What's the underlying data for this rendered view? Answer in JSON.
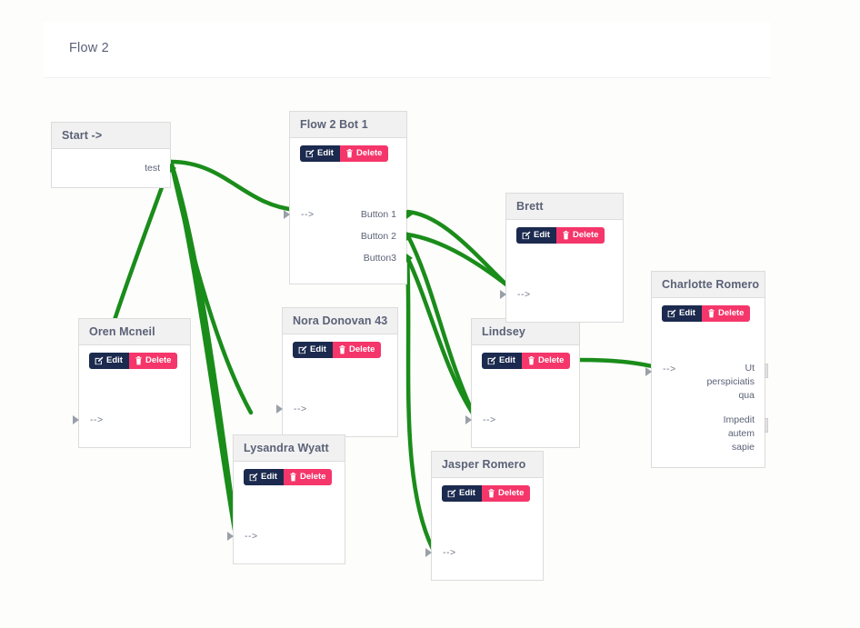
{
  "panel": {
    "title": "Flow 2",
    "accent_green": "#1a8c1a",
    "edit_color": "#1b2a4e",
    "delete_color": "#f5366a"
  },
  "actions": {
    "edit_label": "Edit",
    "delete_label": "Delete",
    "edit_icon": "pencil-square-icon",
    "delete_icon": "trash-icon"
  },
  "nodes": {
    "start": {
      "title": "Start ->",
      "output_label": "test"
    },
    "bot1": {
      "title": "Flow 2 Bot 1",
      "input_label": "-->",
      "outputs": [
        "Button 1",
        "Button 2",
        "Button3"
      ]
    },
    "oren": {
      "title": "Oren Mcneil",
      "input_label": "-->"
    },
    "nora": {
      "title": "Nora Donovan 43",
      "input_label": "-->"
    },
    "lysandra": {
      "title": "Lysandra Wyatt",
      "input_label": "-->"
    },
    "jasper": {
      "title": "Jasper Romero",
      "input_label": "-->"
    },
    "lindsey": {
      "title": "Lindsey",
      "input_label": "-->"
    },
    "brett": {
      "title": "Brett",
      "input_label": "-->"
    },
    "charlotte": {
      "title": "Charlotte Romero",
      "input_label": "-->",
      "messages": [
        [
          "Ut",
          "perspiciatis",
          "qua"
        ],
        [
          "Impedit",
          "autem",
          "sapie"
        ]
      ]
    }
  }
}
